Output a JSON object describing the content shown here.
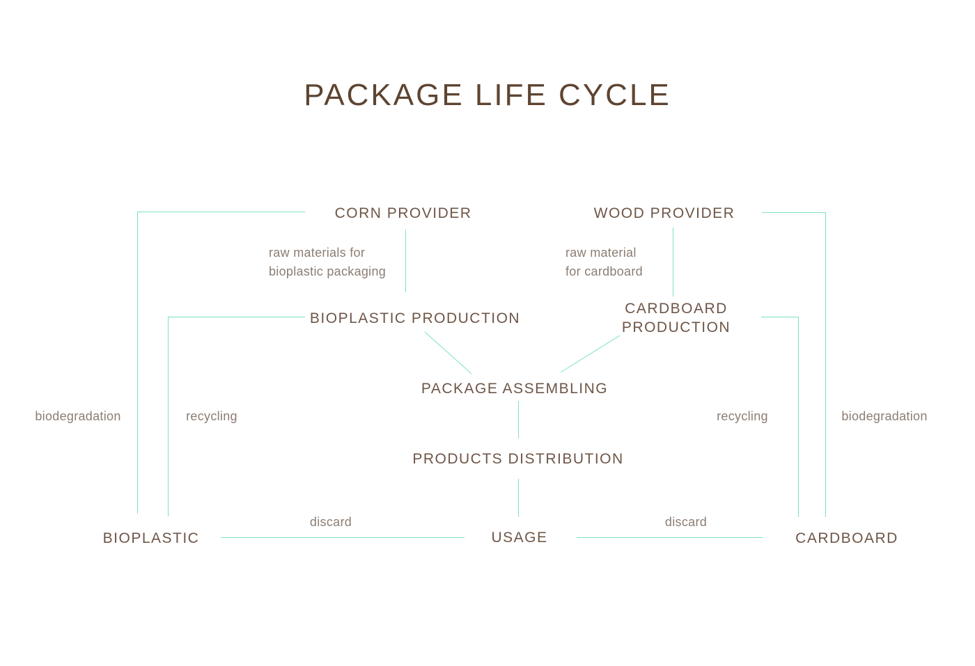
{
  "title": "PACKAGE LIFE CYCLE",
  "colors": {
    "background": "#ffffff",
    "connector": "#7de0c6",
    "node_text": "#6e5647",
    "title_text": "#5e4431",
    "label_text": "#8b7d72"
  },
  "nodes": {
    "corn_provider": "CORN PROVIDER",
    "wood_provider": "WOOD PROVIDER",
    "bioplastic_production": "BIOPLASTIC PRODUCTION",
    "cardboard_production": "CARDBOARD PRODUCTION",
    "package_assembling": "PACKAGE ASSEMBLING",
    "products_distribution": "PRODUCTS DISTRIBUTION",
    "usage": "USAGE",
    "bioplastic": "BIOPLASTIC",
    "cardboard": "CARDBOARD"
  },
  "edge_labels": {
    "raw_materials_bioplastic": {
      "line1": "raw materials for",
      "line2": "bioplastic packaging"
    },
    "raw_material_cardboard": {
      "line1": "raw material",
      "line2": "for cardboard"
    },
    "biodegradation_left": "biodegradation",
    "recycling_left": "recycling",
    "recycling_right": "recycling",
    "biodegradation_right": "biodegradation",
    "discard_left": "discard",
    "discard_right": "discard"
  }
}
